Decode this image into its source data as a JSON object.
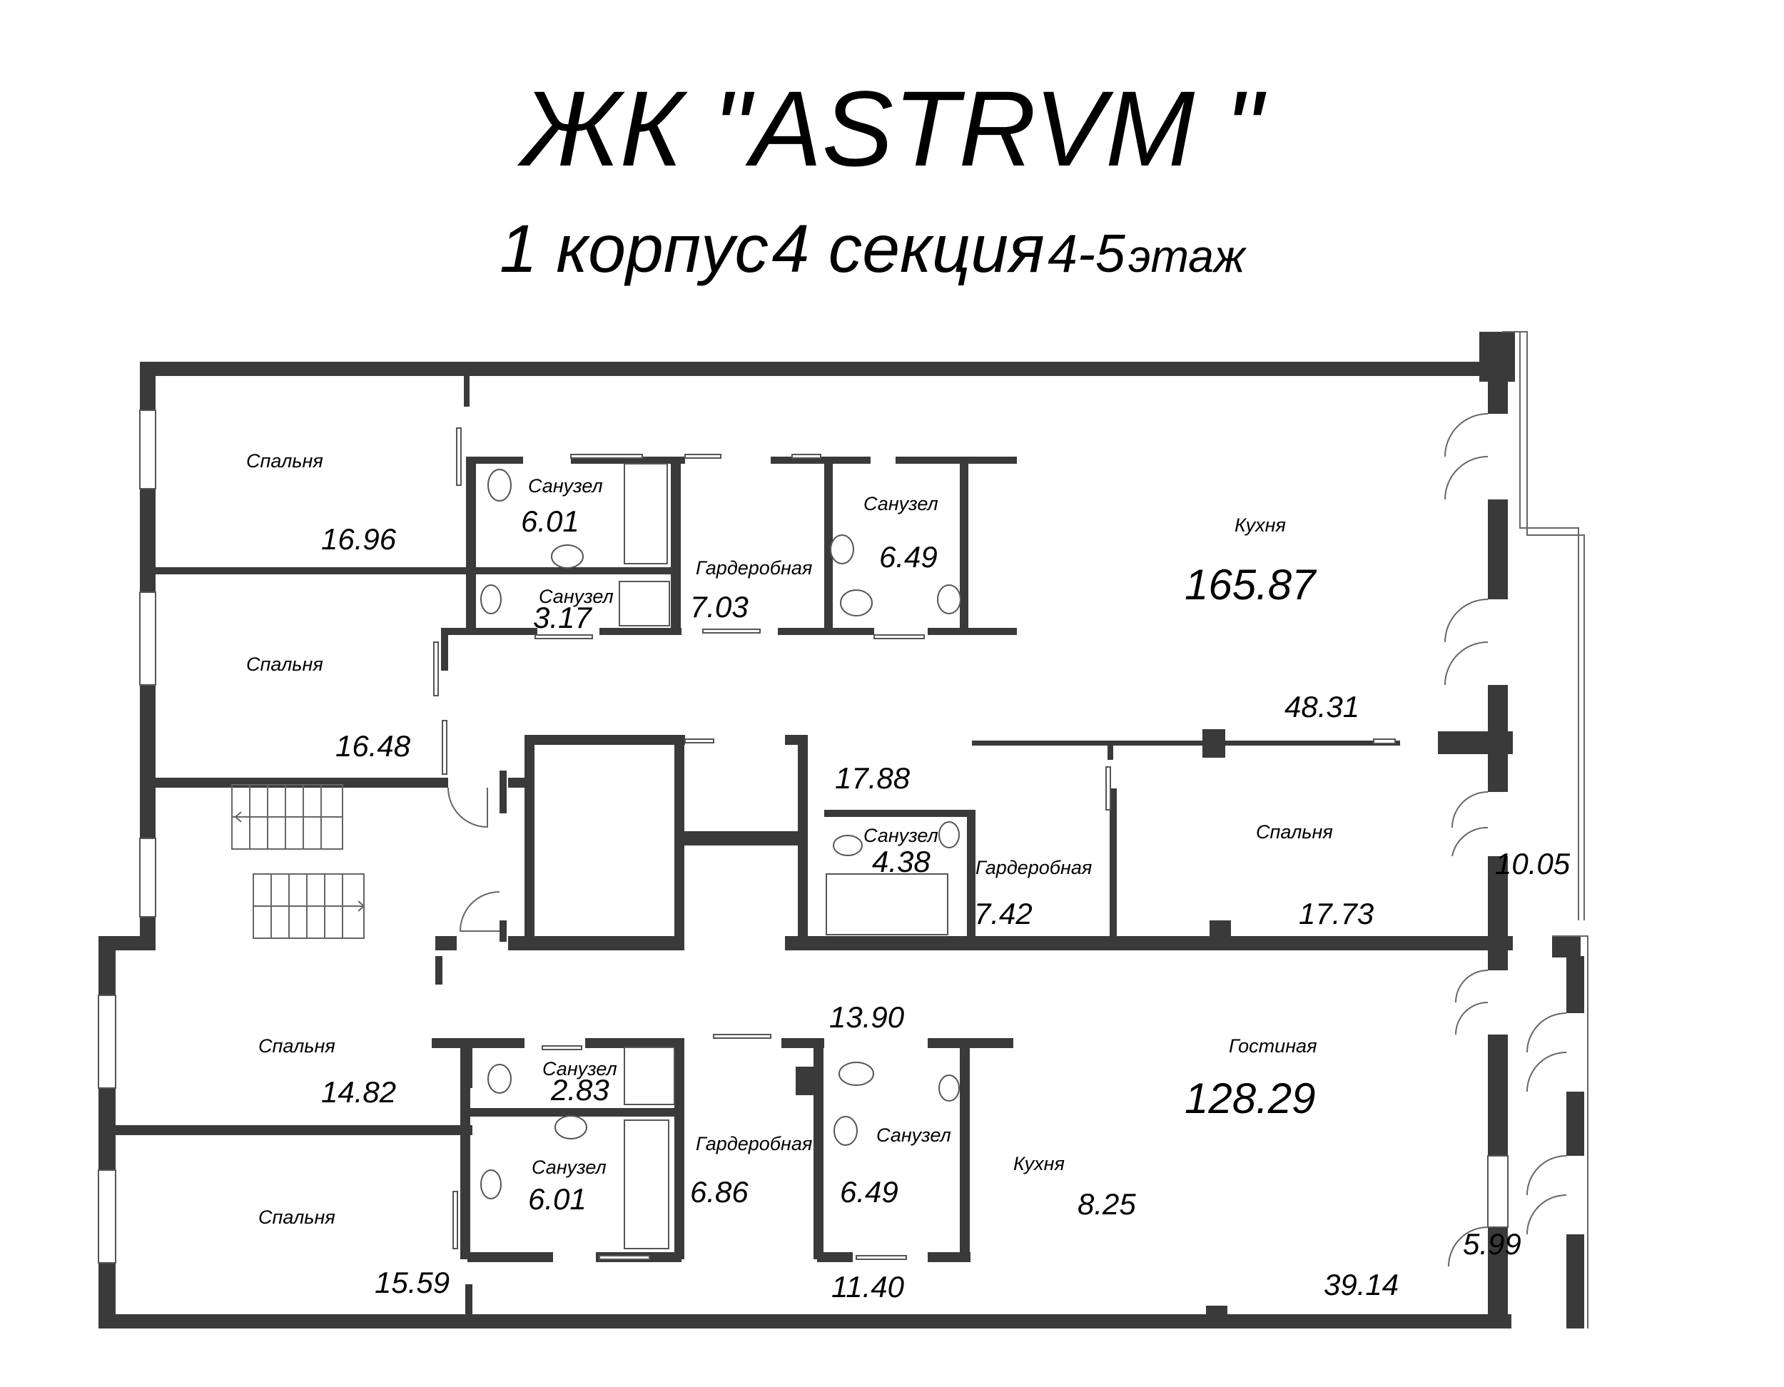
{
  "header": {
    "title": "ЖК \"ASTRVM \"",
    "building": "1 корпус",
    "section": "4 секция",
    "floors": "4-5",
    "floor_word": "этаж"
  },
  "plan": {
    "labels": {
      "bed1_name": "Спальня",
      "bed1_area": "16.96",
      "bath1_name": "Санузел",
      "bath1_area": "6.01",
      "bath2_name": "Санузел",
      "bath2_area": "3.17",
      "ward1_name": "Гардеробная",
      "ward1_area": "7.03",
      "bath3_name": "Санузел",
      "bath3_area": "6.49",
      "kitchen1_name": "Кухня",
      "kitchen1_area": "165.87",
      "bed2_name": "Спальня",
      "bed2_area": "16.48",
      "hall1_area": "48.31",
      "corr1_area": "17.88",
      "bath4_name": "Санузел",
      "bath4_area": "4.38",
      "ward2_name": "Гардеробная",
      "ward2_area": "7.42",
      "bed3_name": "Спальня",
      "bed3_area": "17.73",
      "balcony1_area": "10.05",
      "corr2_area": "13.90",
      "bed4_name": "Спальня",
      "bed4_area": "14.82",
      "bath5_name": "Санузел",
      "bath5_area": "2.83",
      "living_name": "Гостиная",
      "living_area": "128.29",
      "ward3_name": "Гардеробная",
      "ward3_area": "6.86",
      "bath6_name": "Санузел",
      "bath6_area": "6.01",
      "bath7_name": "Санузел",
      "bath7_area": "6.49",
      "kitchen2_name": "Кухня",
      "kitchen2_area": "8.25",
      "bed5_name": "Спальня",
      "bed5_area": "15.59",
      "hall2_area": "11.40",
      "hall3_area": "39.14",
      "balcony2_area": "5.99"
    }
  }
}
